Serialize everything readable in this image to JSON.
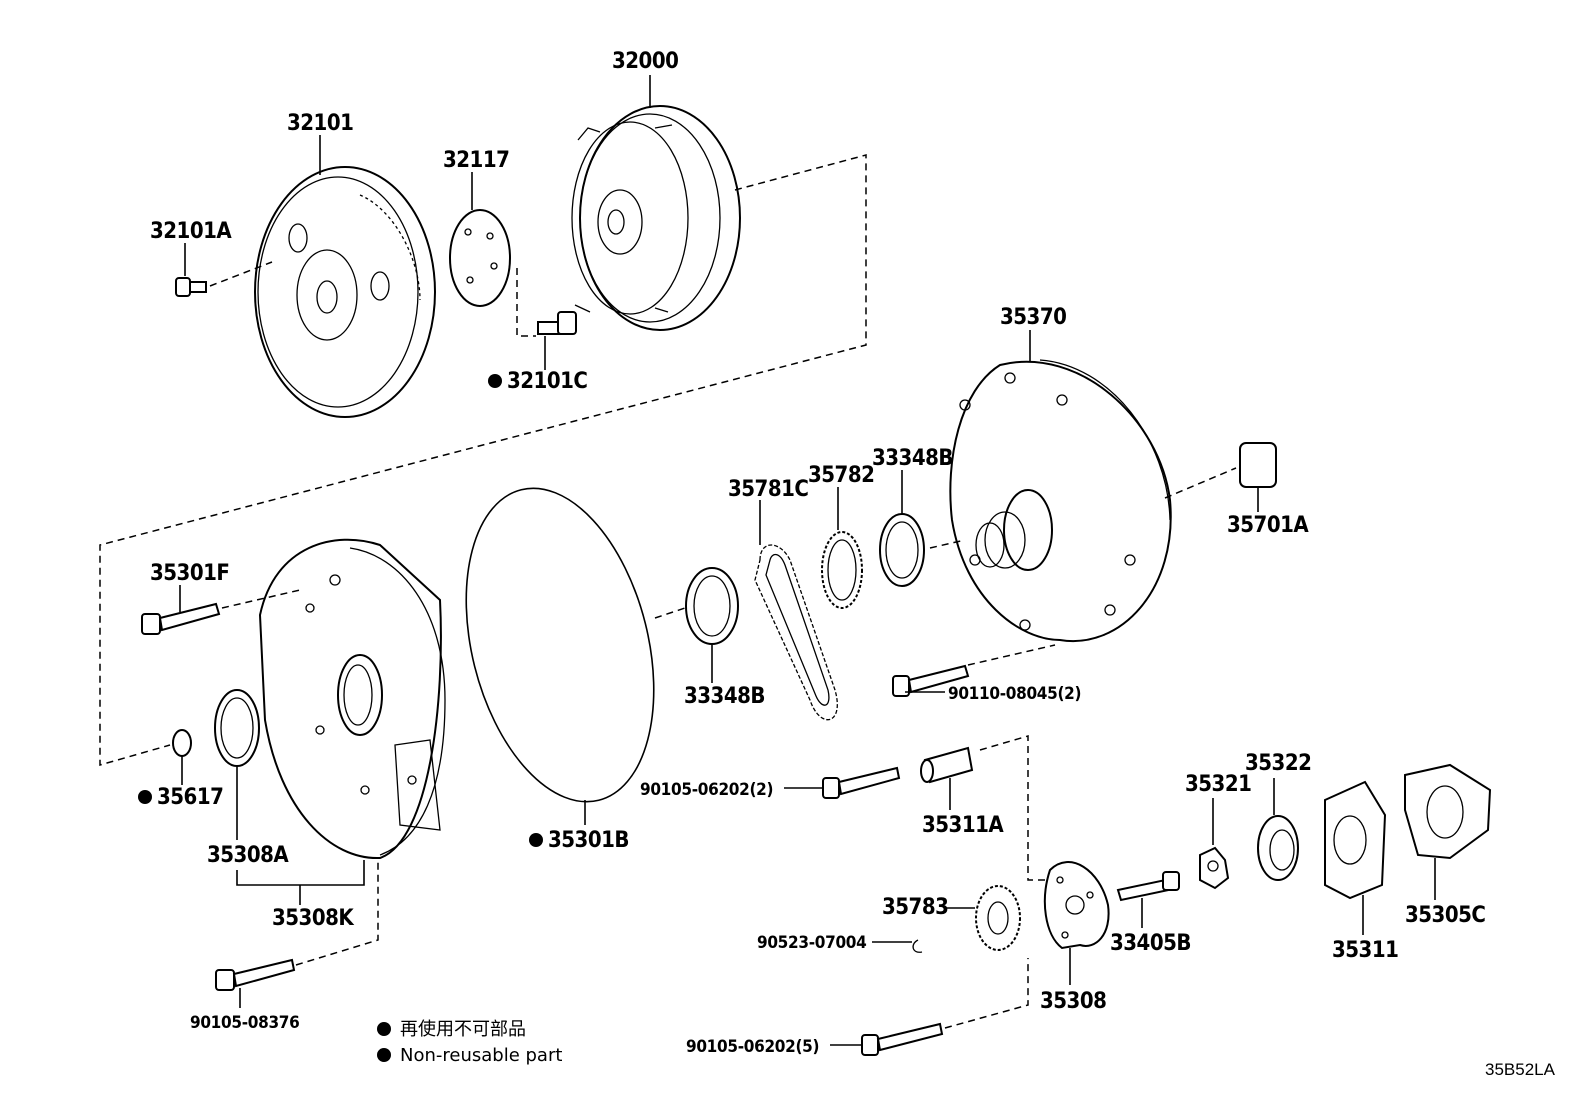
{
  "labels": {
    "p32000": "32000",
    "p32101": "32101",
    "p32117": "32117",
    "p32101A": "32101A",
    "p32101C": "32101C",
    "p35370": "35370",
    "p35701A": "35701A",
    "p33348B_top": "33348B",
    "p35782": "35782",
    "p35781C": "35781C",
    "p35301F": "35301F",
    "p33348B_bot": "33348B",
    "p90110": "90110-08045(2)",
    "p35617": "35617",
    "p35308A": "35308A",
    "p35308K": "35308K",
    "p35301B": "35301B",
    "p90105_06202_2": "90105-06202(2)",
    "p35311A": "35311A",
    "p35321": "35321",
    "p35322": "35322",
    "p35783": "35783",
    "p90523": "90523-07004",
    "p33405B": "33405B",
    "p35311": "35311",
    "p35305C": "35305C",
    "p35308": "35308",
    "p90105_08376": "90105-08376",
    "p90105_06202_5": "90105-06202(5)"
  },
  "legend": {
    "jp": "再使用不可部品",
    "en": "Non-reusable part"
  },
  "diagram_code": "35B52LA"
}
